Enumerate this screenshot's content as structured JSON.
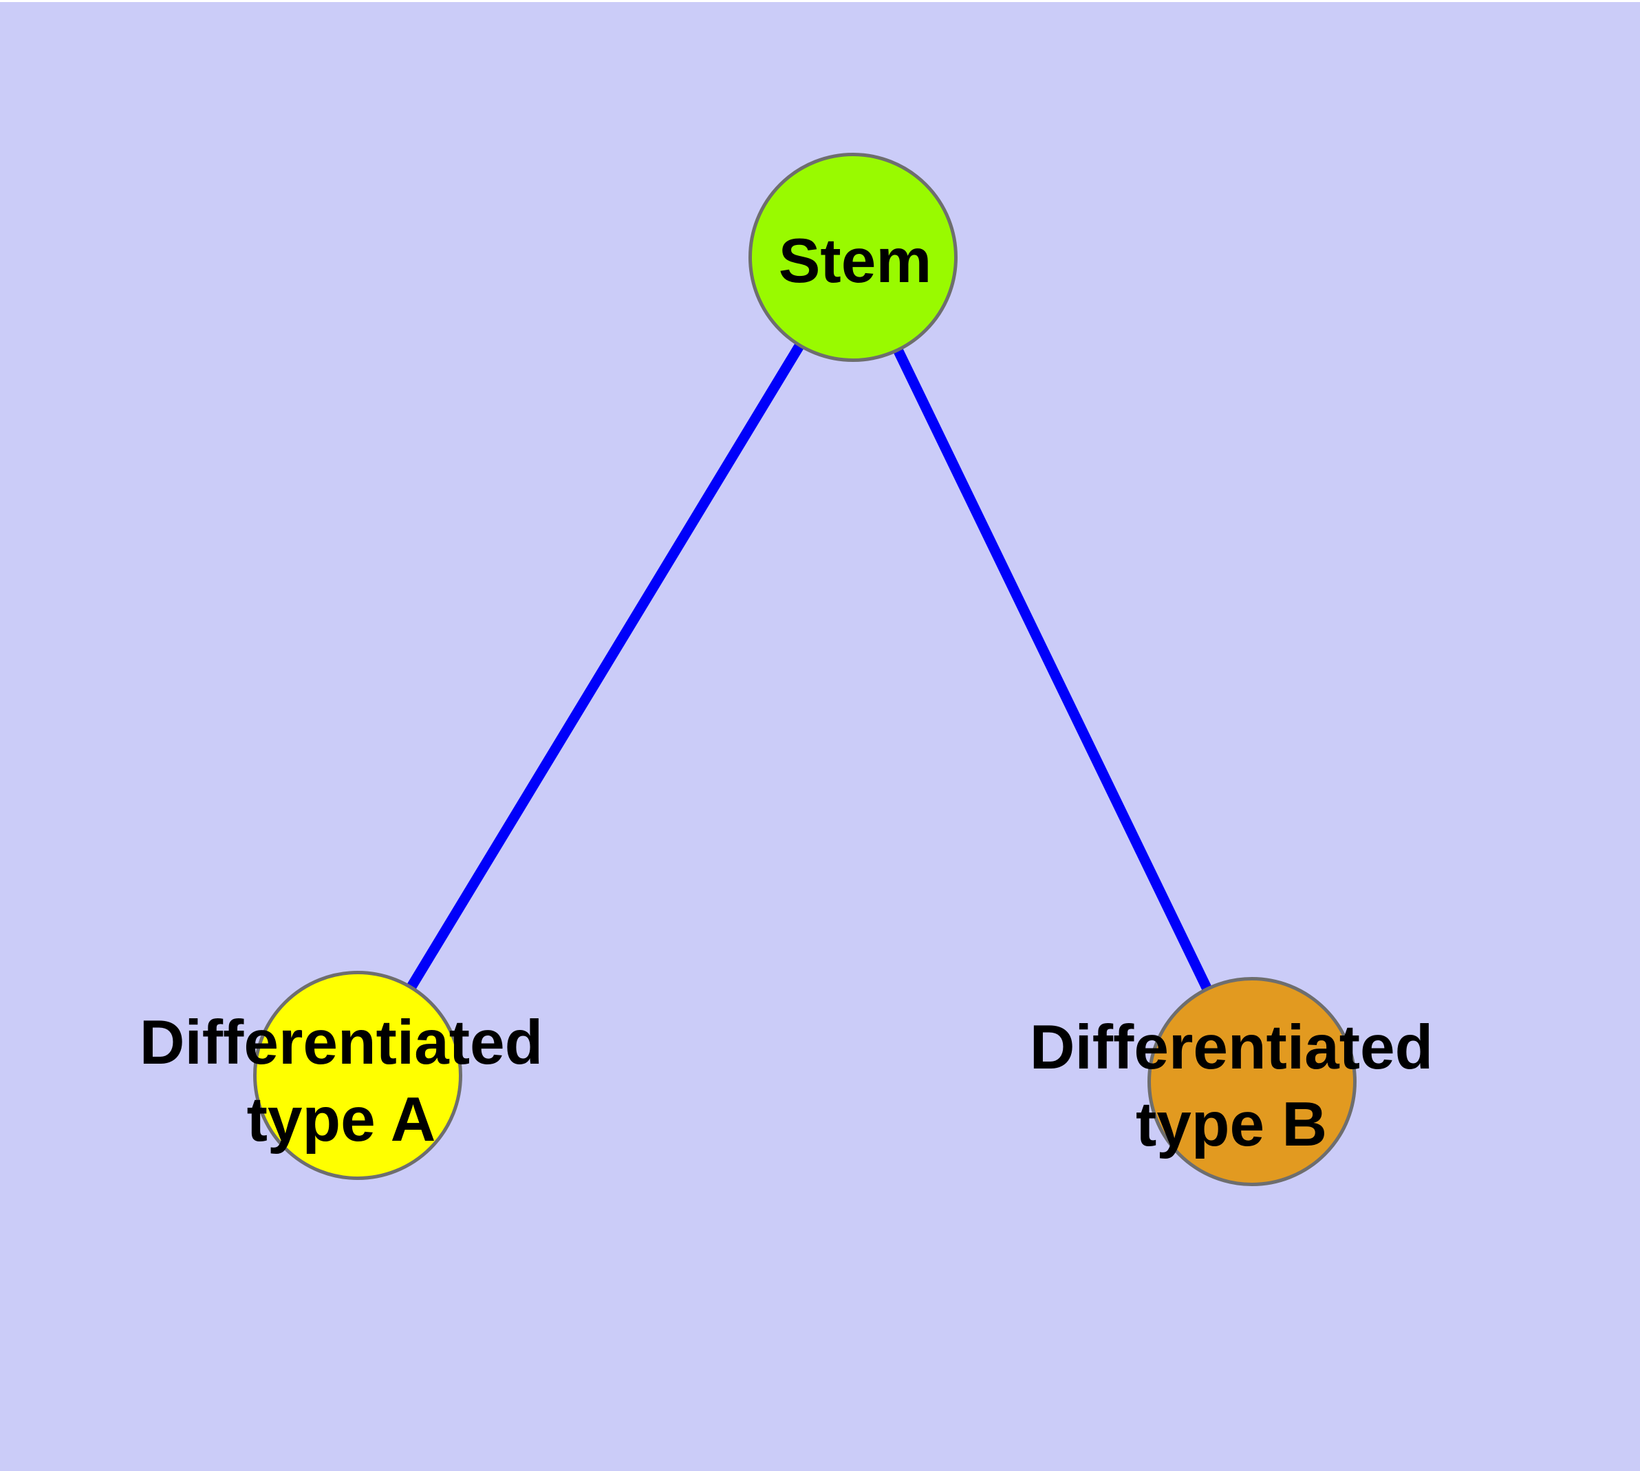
{
  "diagram": {
    "background_color": "#cbccf8",
    "top_strip_color": "#ffffff",
    "label_color": "#000000",
    "node_stroke_color": "#6e6e6e",
    "edge_color": "#0000fa",
    "nodes": [
      {
        "id": "stem",
        "label": "Stem",
        "fill": "#99fa00",
        "stroke": "#6e6e6e",
        "shape": "circle"
      },
      {
        "id": "diff-a",
        "label": "Differentiated\ntype A",
        "fill": "#ffff00",
        "stroke": "#6e6e6e",
        "shape": "circle"
      },
      {
        "id": "diff-b",
        "label": "Differentiated\ntype B",
        "fill": "#e29a20",
        "stroke": "#6e6e6e",
        "shape": "circle"
      }
    ],
    "edges": [
      {
        "from": "stem",
        "to": "diff-a",
        "color": "#0000fa"
      },
      {
        "from": "stem",
        "to": "diff-b",
        "color": "#0000fa"
      }
    ]
  }
}
